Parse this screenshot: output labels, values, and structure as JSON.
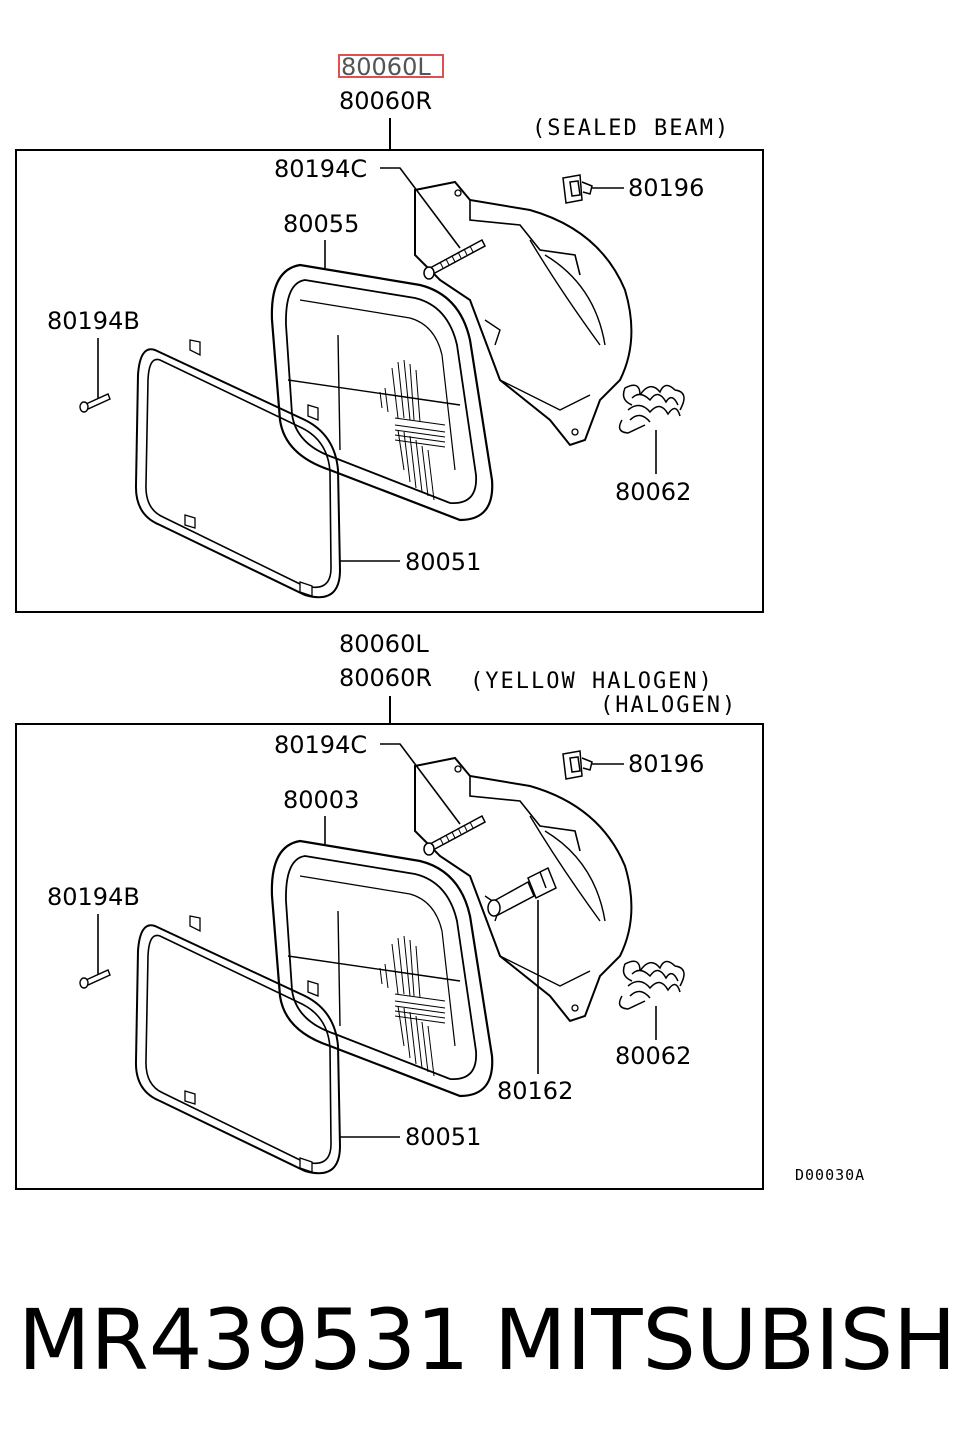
{
  "section_sealed_beam": {
    "assembly_left": "80060L",
    "assembly_right": "80060R",
    "type_note": "(SEALED BEAM)",
    "screw_top": "80194C",
    "clip": "80196",
    "unit": "80055",
    "screw_side": "80194B",
    "spring": "80062",
    "rim": "80051"
  },
  "section_halogen": {
    "assembly_left": "80060L",
    "assembly_right": "80060R",
    "type_note_1": "(YELLOW HALOGEN)",
    "type_note_2": "(HALOGEN)",
    "screw_top": "80194C",
    "clip": "80196",
    "unit": "80003",
    "screw_side": "80194B",
    "spring": "80062",
    "bulb": "80162",
    "rim": "80051"
  },
  "diagram_code": "D00030A",
  "footer": {
    "part_number": "MR439531",
    "brand": "MITSUBISHI"
  },
  "colors": {
    "highlight_box": "#e05050",
    "line": "#000000"
  }
}
